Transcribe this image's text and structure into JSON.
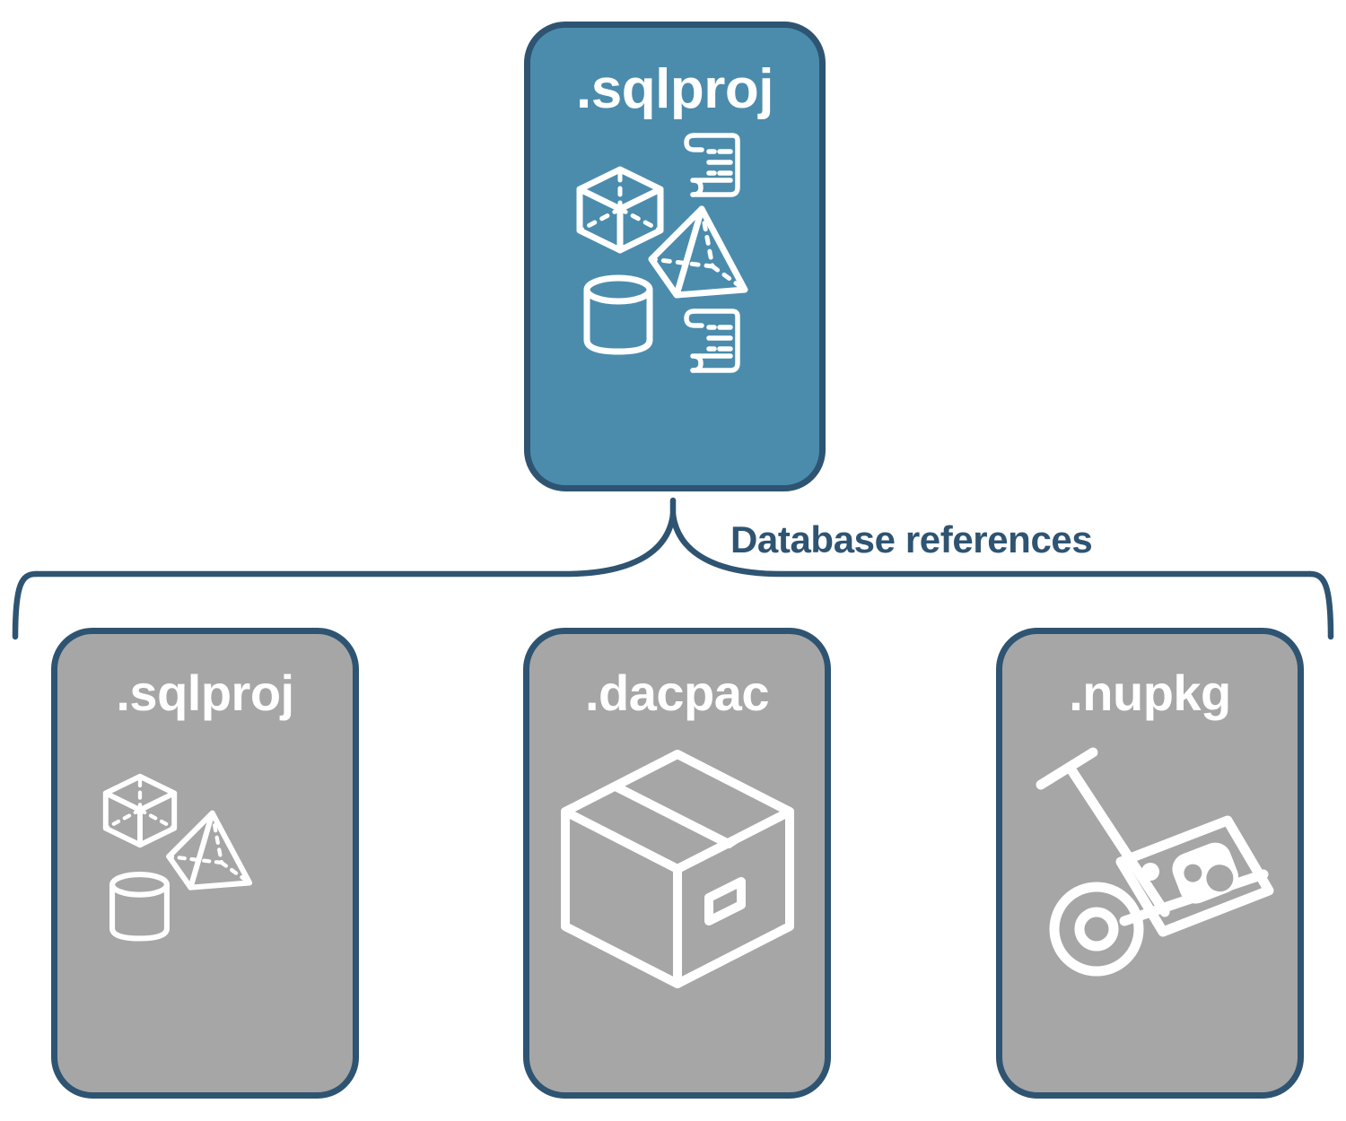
{
  "diagram": {
    "title": "Database references",
    "colors": {
      "root_card_fill": "#4b8cad",
      "leaf_card_fill": "#a6a6a6",
      "card_border": "#2e5472",
      "label_text": "#2e5472",
      "icon_stroke": "#ffffff",
      "background": "#ffffff"
    },
    "root": {
      "label": ".sqlproj",
      "icons": [
        "cube-wireframe-icon",
        "scroll-document-icon",
        "pyramid-wireframe-icon",
        "cylinder-wireframe-icon",
        "scroll-document-icon"
      ]
    },
    "connector": {
      "type": "horizontal-brace",
      "label": "Database references",
      "branch_count": 3
    },
    "leaves": [
      {
        "label": ".sqlproj",
        "icons": [
          "cube-wireframe-icon",
          "pyramid-wireframe-icon",
          "cylinder-wireframe-icon"
        ]
      },
      {
        "label": ".dacpac",
        "icons": [
          "package-box-icon"
        ]
      },
      {
        "label": ".nupkg",
        "icons": [
          "hand-truck-nuget-package-icon"
        ]
      }
    ]
  }
}
